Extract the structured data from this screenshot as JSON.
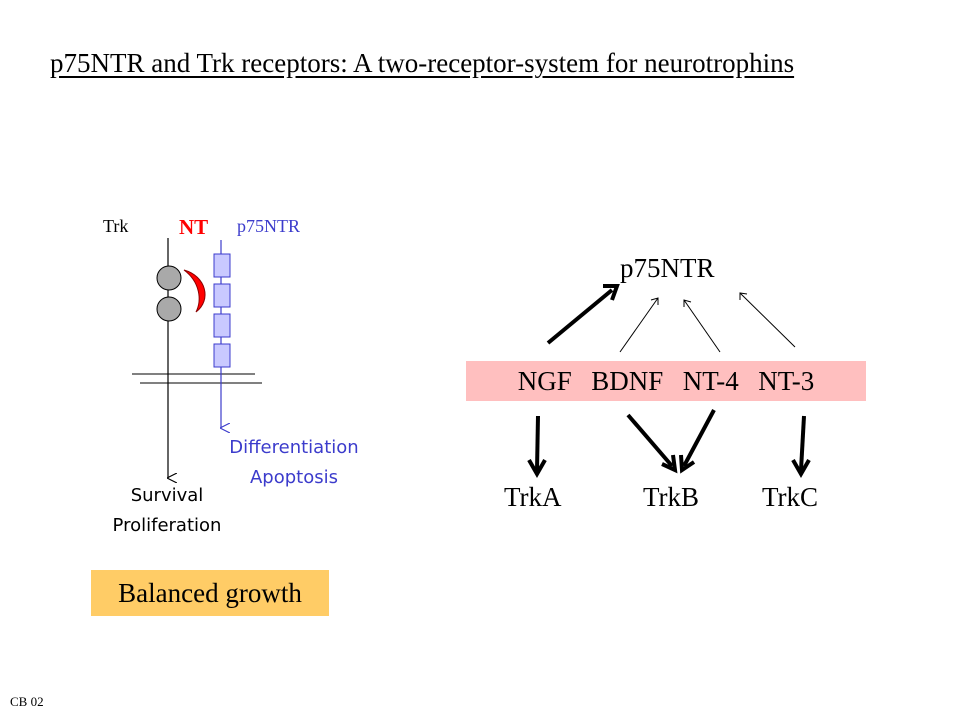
{
  "title": "p75NTR and Trk receptors: A two-receptor-system  for neurotrophins",
  "left_diagram": {
    "trk_label": "Trk",
    "nt_label": "NT",
    "p75_label": "p75NTR",
    "trk_outcome": [
      "Survival",
      "Proliferation"
    ],
    "p75_outcome": [
      "Differentiation",
      "Apoptosis"
    ],
    "balanced": "Balanced growth"
  },
  "right_diagram": {
    "p75_label": "p75NTR",
    "ligands": "NGF  BDNF  NT-4  NT-3",
    "receptors": [
      "TrkA",
      "TrkB",
      "TrkC"
    ]
  },
  "footer": "CB 02",
  "colors": {
    "nt_red": "#ff0000",
    "p75_blue": "#3c3ccc",
    "ligand_bar": "#ffbfbf",
    "balanced_box": "#ffcc66"
  }
}
